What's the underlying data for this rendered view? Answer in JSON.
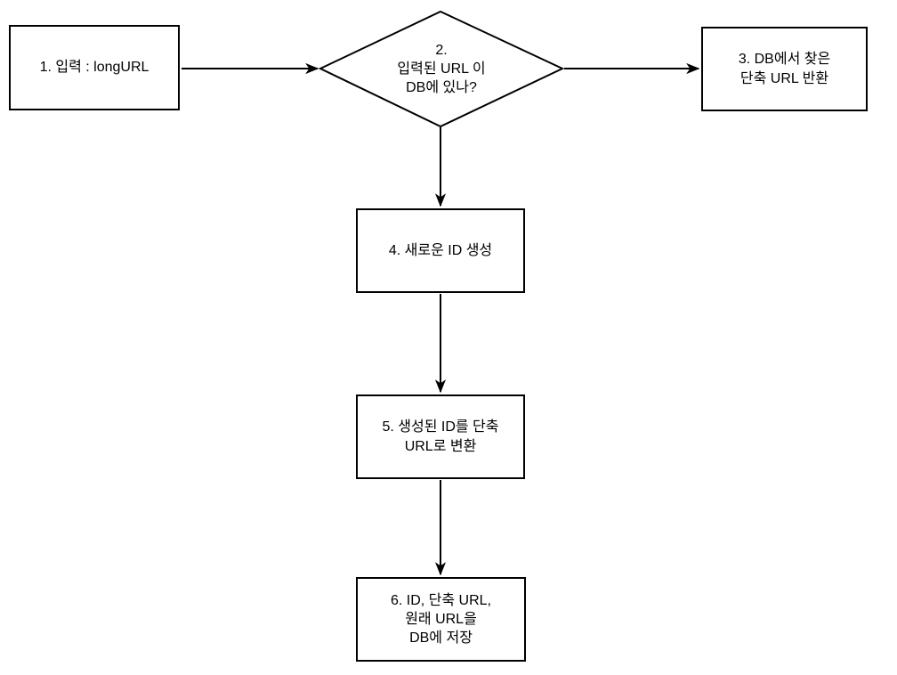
{
  "diagram": {
    "type": "flowchart",
    "language": "Korean",
    "topic": "URL shortening algorithm flow",
    "colors": {
      "background": "#ffffff",
      "node_fill": "#ffffff",
      "node_stroke": "#000000",
      "text": "#000000",
      "arrow": "#000000"
    },
    "nodes": [
      {
        "id": "1",
        "shape": "rectangle",
        "label": "1. 입력 : longURL"
      },
      {
        "id": "2",
        "shape": "diamond",
        "label": "2.\n입력된 URL 이\nDB에 있나?"
      },
      {
        "id": "3",
        "shape": "rectangle",
        "label": "3. DB에서 찾은\n단축 URL 반환"
      },
      {
        "id": "4",
        "shape": "rectangle",
        "label": "4. 새로운 ID 생성"
      },
      {
        "id": "5",
        "shape": "rectangle",
        "label": "5. 생성된 ID를 단축\nURL로 변환"
      },
      {
        "id": "6",
        "shape": "rectangle",
        "label": "6. ID, 단축 URL,\n원래 URL을\nDB에 저장"
      }
    ],
    "edges": [
      {
        "from": "1",
        "to": "2",
        "direction": "right"
      },
      {
        "from": "2",
        "to": "3",
        "direction": "right"
      },
      {
        "from": "2",
        "to": "4",
        "direction": "down"
      },
      {
        "from": "4",
        "to": "5",
        "direction": "down"
      },
      {
        "from": "5",
        "to": "6",
        "direction": "down"
      }
    ]
  }
}
